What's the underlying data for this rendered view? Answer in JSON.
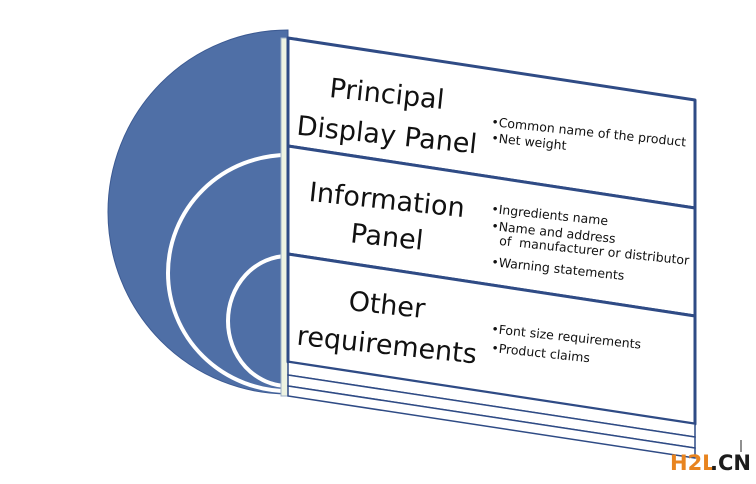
{
  "colors": {
    "accent": "#4f6fa6",
    "border": "#2f4b85",
    "panel_fill": "#ffffff",
    "ring": "#ffffff",
    "watermark_primary": "#e8841f",
    "watermark_secondary": "#1c1c1c"
  },
  "panels": [
    {
      "title_lines": [
        "Principal",
        "Display Panel"
      ],
      "bullets": [
        "•Common name of the product",
        "•Net weight"
      ]
    },
    {
      "title_lines": [
        "Information",
        "Panel"
      ],
      "bullets": [
        "•Ingredients name",
        "•Name and address",
        "  of  manufacturer or distributor",
        "•Warning statements"
      ]
    },
    {
      "title_lines": [
        "Other",
        "requirements"
      ],
      "bullets": [
        "•Font size requirements",
        "•Product claims"
      ]
    }
  ],
  "watermark": {
    "primary": "H2L",
    "secondary": ".CN"
  }
}
